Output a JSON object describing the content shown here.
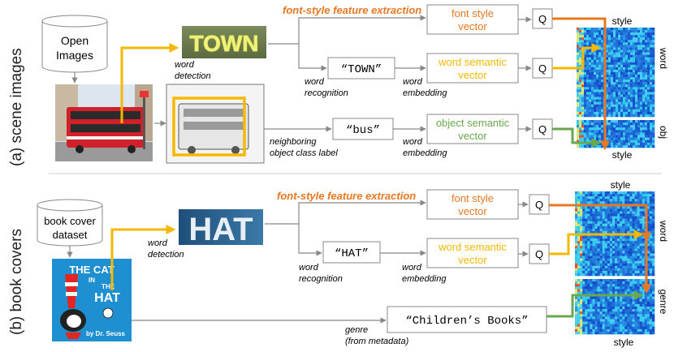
{
  "sections": {
    "scene": {
      "side_label": "(a) scene images",
      "dataset": [
        "Open",
        "Images"
      ],
      "word_image_text": "TOWN",
      "word_detection": [
        "word",
        "detection"
      ],
      "feature_title": "font-style feature extraction",
      "font_style_vector": [
        "font style",
        "vector"
      ],
      "word_quote": "“TOWN”",
      "word_recognition": [
        "word",
        "recognition"
      ],
      "word_embedding_1": [
        "word",
        "embedding"
      ],
      "word_semantic_vector": [
        "word semantic",
        "vector"
      ],
      "neighbor_label": [
        "neighboring",
        "object class label"
      ],
      "object_quote": "“bus”",
      "word_embedding_2": [
        "word",
        "embedding"
      ],
      "object_semantic_vector": [
        "object semantic",
        "vector"
      ],
      "q": "Q",
      "matrix_top_label": "style",
      "matrix_side_word": "word",
      "matrix_side_obj": "obj",
      "matrix_bottom_label": "style"
    },
    "book": {
      "side_label": "(b) book covers",
      "dataset": [
        "book cover",
        "dataset"
      ],
      "word_image_text": "HAT",
      "cover_text": [
        "THE CAT",
        "IN",
        "THE",
        "HAT",
        "by Dr. Seuss"
      ],
      "word_detection": [
        "word",
        "detection"
      ],
      "feature_title": "font-style feature extraction",
      "font_style_vector": [
        "font style",
        "vector"
      ],
      "word_quote": "“HAT”",
      "word_recognition": [
        "word",
        "recognition"
      ],
      "word_embedding": [
        "word",
        "embedding"
      ],
      "word_semantic_vector": [
        "word semantic",
        "vector"
      ],
      "genre_quote": "“Children’s Books”",
      "genre_label": [
        "genre",
        "(from metadata)"
      ],
      "q": "Q",
      "matrix_top_label": "style",
      "matrix_side_word": "word",
      "matrix_side_genre": "genre",
      "matrix_bottom_label": "style"
    }
  },
  "colors": {
    "orange": "#e87722",
    "yellow": "#f5b800",
    "green": "#6aa84f",
    "gray": "#888888",
    "divider": "#cccccc"
  }
}
